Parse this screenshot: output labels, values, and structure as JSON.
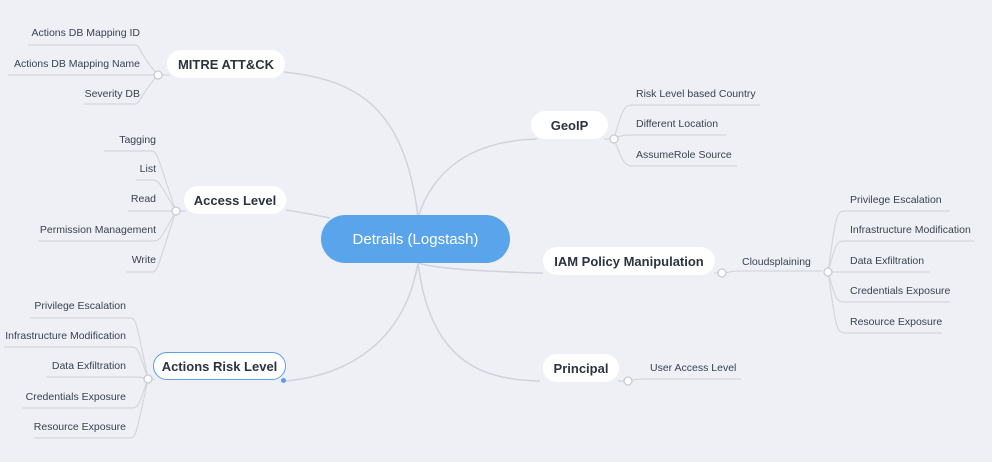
{
  "center": {
    "label": "Detrails (Logstash)"
  },
  "branches": {
    "mitre": {
      "label": "MITRE ATT&CK",
      "items": [
        "Actions DB Mapping ID",
        "Actions DB Mapping Name",
        "Severity DB"
      ]
    },
    "access_level": {
      "label": "Access Level",
      "items": [
        "Tagging",
        "List",
        "Read",
        "Permission Management",
        "Write"
      ]
    },
    "actions_risk": {
      "label": "Actions Risk Level",
      "items": [
        "Privilege Escalation",
        "Infrastructure Modification",
        "Data Exfiltration",
        "Credentials Exposure",
        "Resource Exposure"
      ]
    },
    "geoip": {
      "label": "GeoIP",
      "items": [
        "Risk Level based Country",
        "Different Location",
        "AssumeRole Source"
      ]
    },
    "iam": {
      "label": "IAM Policy Manipulation",
      "sub": {
        "label": "Cloudsplaining",
        "items": [
          "Privilege Escalation",
          "Infrastructure Modification",
          "Data Exfiltration",
          "Credentials Exposure",
          "Resource Exposure"
        ]
      }
    },
    "principal": {
      "label": "Principal",
      "items": [
        "User Access Level"
      ]
    }
  },
  "colors": {
    "center": "#5aa4ec",
    "background": "#eef0f6",
    "connector": "#cfd3dc",
    "selection": "#5b9fe6"
  }
}
